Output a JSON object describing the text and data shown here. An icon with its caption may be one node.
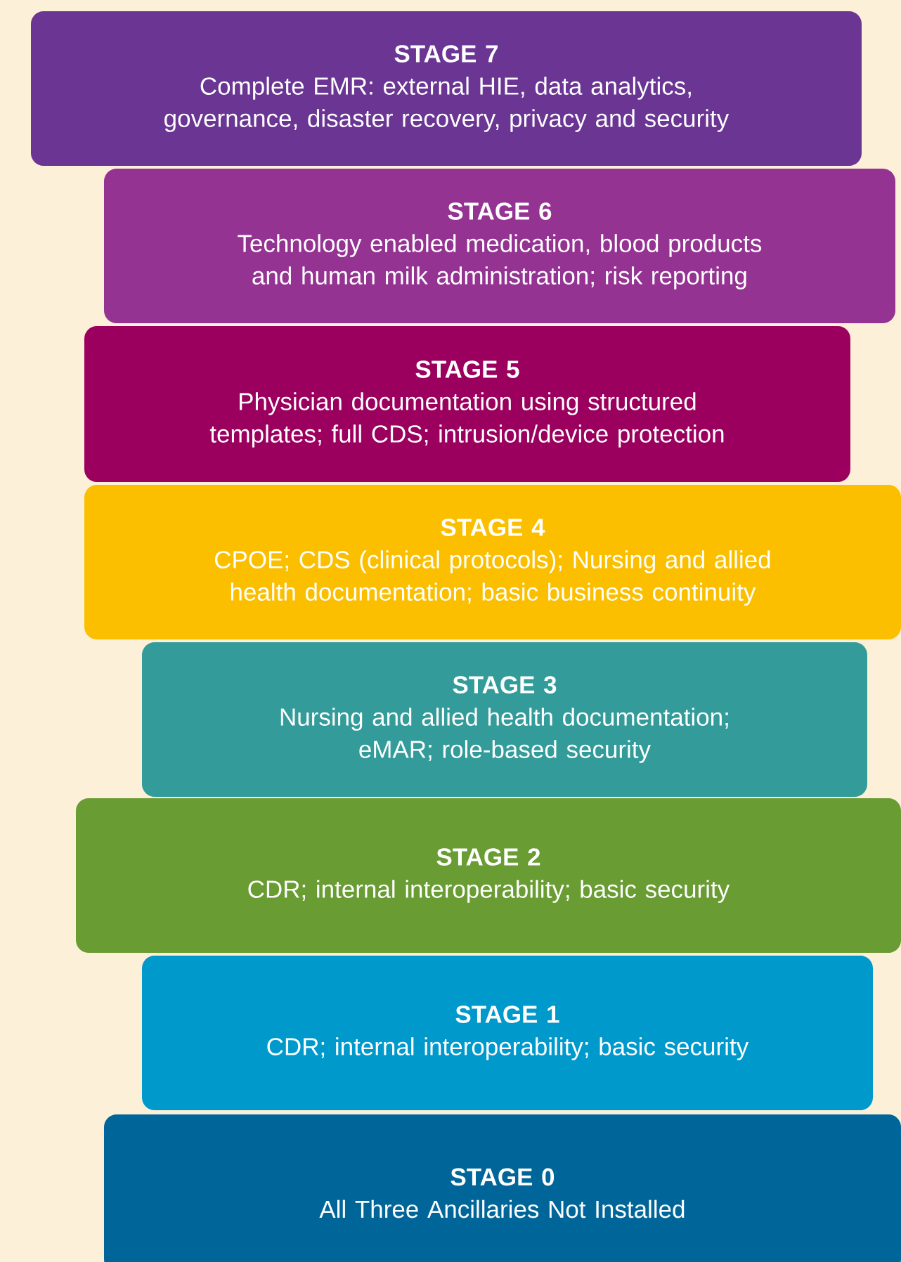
{
  "diagram": {
    "nodes": [
      {
        "text": [
          "STAGE 7",
          "Complete EMR: external HIE, data analytics, governance, disaster recovery, privacy and security"
        ]
      },
      {
        "text": [
          "STAGE 6",
          "Technology enabled medication, blood products and human milk administration; risk reporting"
        ]
      },
      {
        "text": [
          "STAGE 5",
          "Physician documentation using structured templates; full CDS; intrusion/device protection"
        ]
      },
      {
        "text": [
          "STAGE 4",
          "CPOE; CDS (clinical protocols); Nursing and allied health documentation; basic business continuity"
        ]
      },
      {
        "text": [
          "STAGE 3",
          "Nursing and allied health documentation; eMAR; role-based security"
        ]
      },
      {
        "text": [
          "STAGE 2",
          "CDR; internal interoperability; basic security"
        ]
      },
      {
        "text": [
          "STAGE 1",
          "CDR; internal interoperability; basic security"
        ]
      },
      {
        "text": [
          "STAGE 0",
          "All Three Ancillaries Not Installed"
        ]
      }
    ]
  }
}
